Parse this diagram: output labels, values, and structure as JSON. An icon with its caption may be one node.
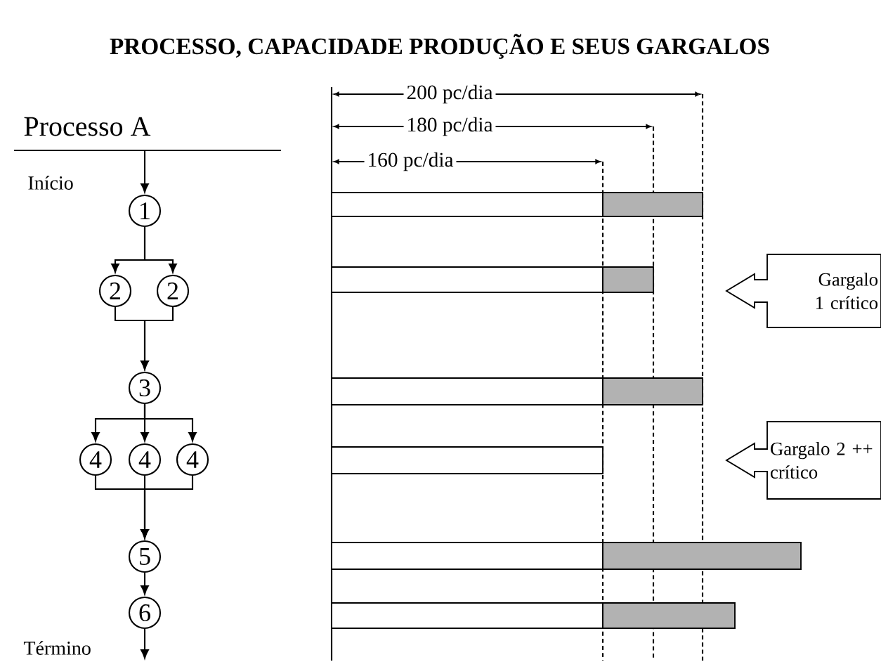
{
  "diagram": {
    "title": "PROCESSO, CAPACIDADE PRODUÇÃO E SEUS GARGALOS",
    "nodes": [
      {
        "text": [
          "1"
        ]
      },
      {
        "text": [
          "2"
        ]
      },
      {
        "text": [
          "2"
        ]
      },
      {
        "text": [
          "3"
        ]
      },
      {
        "text": [
          "4"
        ]
      },
      {
        "text": [
          "4"
        ]
      },
      {
        "text": [
          "4"
        ]
      },
      {
        "text": [
          "5"
        ]
      },
      {
        "text": [
          "6"
        ]
      },
      {
        "text": [
          "Gargalo 1 crítico"
        ]
      },
      {
        "text": [
          "Gargalo 2 ++ crítico"
        ]
      }
    ],
    "edges": [
      {
        "from": null,
        "to": 0,
        "arrow": "to"
      },
      {
        "from": 0,
        "to": 1,
        "arrow": "to"
      },
      {
        "from": 0,
        "to": 2,
        "arrow": "to"
      },
      {
        "from": 1,
        "to": 3,
        "arrow": "to"
      },
      {
        "from": 2,
        "to": 3,
        "arrow": "to"
      },
      {
        "from": 3,
        "to": 4,
        "arrow": "to"
      },
      {
        "from": 3,
        "to": 5,
        "arrow": "to"
      },
      {
        "from": 3,
        "to": 6,
        "arrow": "to"
      },
      {
        "from": 4,
        "to": 7,
        "arrow": "to"
      },
      {
        "from": 5,
        "to": 7,
        "arrow": "to"
      },
      {
        "from": 6,
        "to": 7,
        "arrow": "to"
      },
      {
        "from": 7,
        "to": 8,
        "arrow": "to"
      },
      {
        "from": 8,
        "to": null,
        "arrow": "to"
      }
    ],
    "labels": [
      "Processo A",
      "Início",
      "Término",
      "200 pc/dia",
      "180 pc/dia",
      "160 pc/dia"
    ]
  }
}
